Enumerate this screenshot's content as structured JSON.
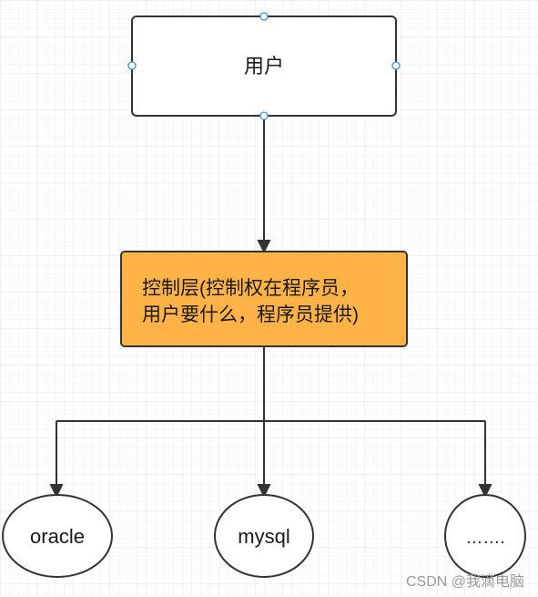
{
  "diagram": {
    "user_node": {
      "label": "用户"
    },
    "control_node": {
      "line1": "控制层(控制权在程序员，",
      "line2": "用户要什么，程序员提供)",
      "fill": "#FFB347"
    },
    "databases": [
      {
        "label": "oracle"
      },
      {
        "label": "mysql"
      },
      {
        "label": "……."
      }
    ],
    "watermark": "CSDN @我滴电脑"
  }
}
